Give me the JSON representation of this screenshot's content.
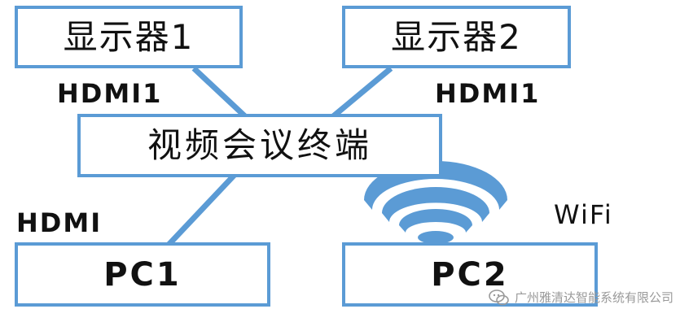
{
  "nodes": {
    "monitor1": "显示器1",
    "monitor2": "显示器2",
    "terminal": "视频会议终端",
    "pc1": "PC1",
    "pc2": "PC2"
  },
  "edges": {
    "monitor1_link": "HDMI1",
    "monitor2_link": "HDMI1",
    "pc1_link": "HDMI",
    "pc2_link": "WiFi"
  },
  "icons": {
    "wifi": "wifi-icon",
    "watermark": "wechat-icon"
  },
  "colors": {
    "box_border": "#5b9bd5",
    "connector": "#5b9bd5",
    "wifi": "#5b9bd5",
    "text": "#111111",
    "watermark": "#9a9a9a"
  },
  "watermark": {
    "text": "广州雅清达智能系统有限公司"
  }
}
